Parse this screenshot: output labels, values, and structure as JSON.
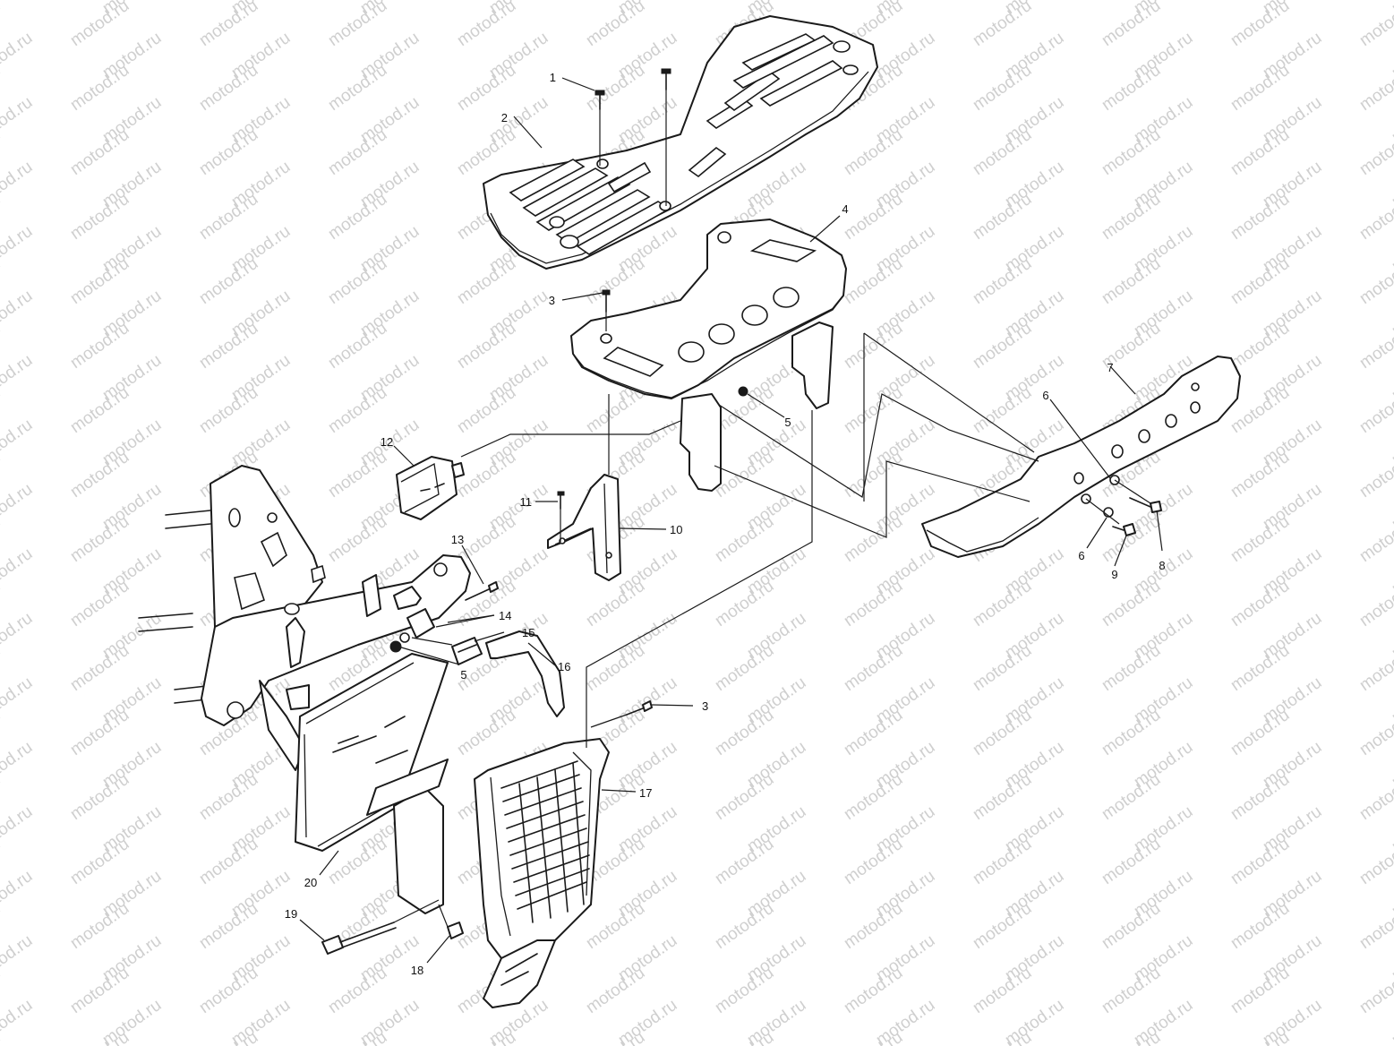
{
  "diagram": {
    "watermark_text": "motod.ru",
    "callouts": {
      "c1": "1",
      "c2": "2",
      "c3a": "3",
      "c3b": "3",
      "c4": "4",
      "c5a": "5",
      "c5b": "5",
      "c6a": "6",
      "c6b": "6",
      "c7": "7",
      "c8": "8",
      "c9": "9",
      "c10": "10",
      "c11": "11",
      "c12": "12",
      "c13": "13",
      "c14": "14",
      "c15": "15",
      "c16": "16",
      "c17": "17",
      "c18": "18",
      "c19": "19",
      "c20": "20"
    }
  },
  "colors": {
    "line": "#1a1a1a",
    "watermark": "#cfcfcf",
    "background": "#ffffff"
  }
}
